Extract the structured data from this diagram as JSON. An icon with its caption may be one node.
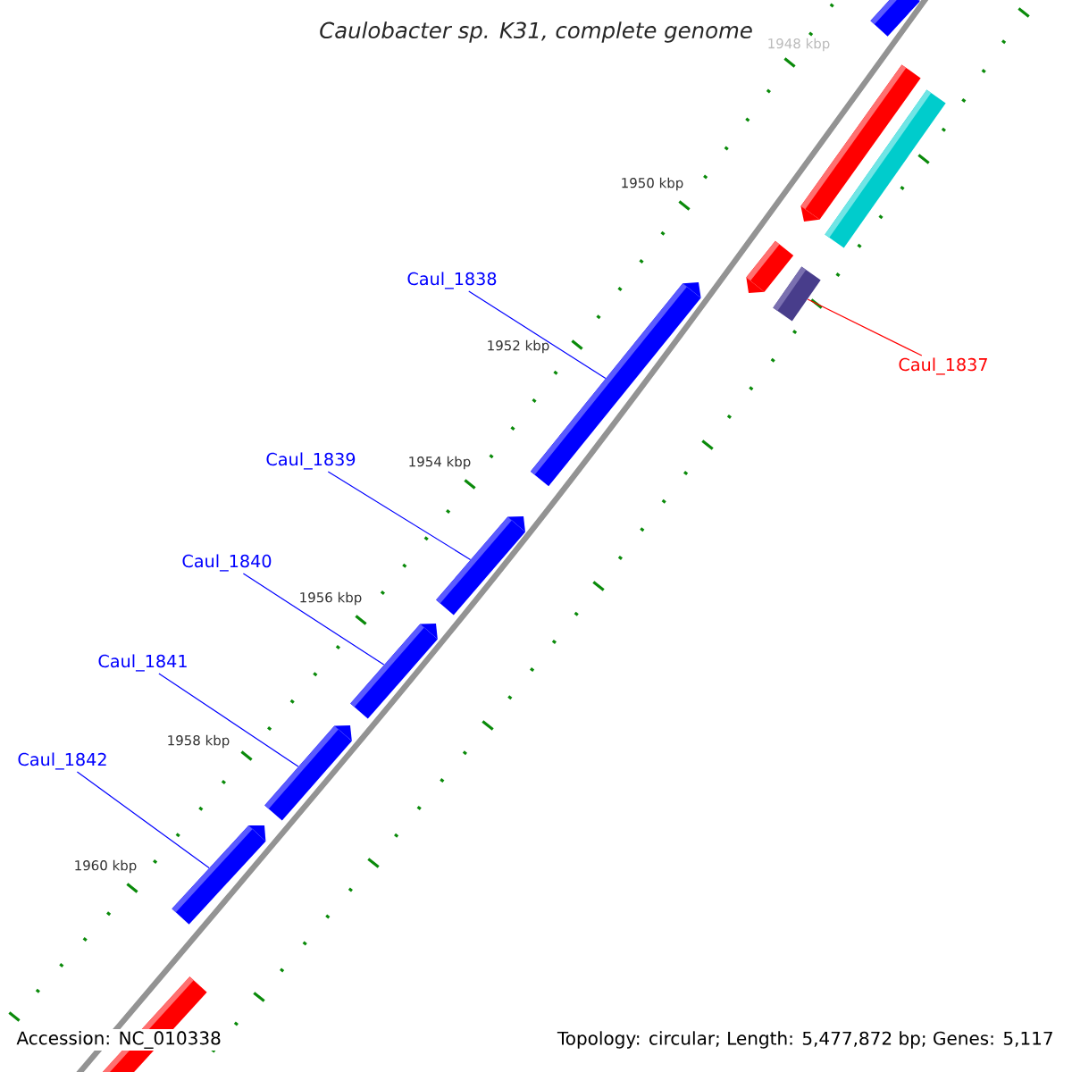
{
  "diagram": {
    "title": "*Caulobacter sp. K31, complete genome*",
    "nodes": [
      {
        "text": [
          "Caul_1838"
        ]
      },
      {
        "text": [
          "Caul_1839"
        ]
      },
      {
        "text": [
          "Caul_1840"
        ]
      },
      {
        "text": [
          "Caul_1841"
        ]
      },
      {
        "text": [
          "Caul_1842"
        ]
      },
      {
        "text": [
          "Caul_1837"
        ]
      },
      {
        "text": [],
        "shape": "bar"
      },
      {
        "text": [],
        "shape": "bar"
      },
      {
        "text": [],
        "shape": "bar"
      },
      {
        "text": [],
        "shape": "bar"
      },
      {
        "text": [],
        "shape": "bar"
      },
      {
        "text": [],
        "shape": "bar"
      }
    ],
    "edges": [
      {
        "from": 0,
        "to": 6,
        "arrow": "none"
      },
      {
        "from": 1,
        "to": 7,
        "arrow": "none"
      },
      {
        "from": 2,
        "to": 8,
        "arrow": "none"
      },
      {
        "from": 3,
        "to": 9,
        "arrow": "none"
      },
      {
        "from": 4,
        "to": 10,
        "arrow": "none"
      },
      {
        "from": 5,
        "to": 11,
        "arrow": "none",
        "color": "#ff0000"
      }
    ],
    "labels": [
      "1948 kbp",
      "1950 kbp",
      "1952 kbp",
      "1954 kbp",
      "1956 kbp",
      "1958 kbp",
      "1960 kbp",
      "Accession: NC_010338",
      "Topology: circular; Length: 5,477,872 bp; Genes: 5,117"
    ]
  }
}
